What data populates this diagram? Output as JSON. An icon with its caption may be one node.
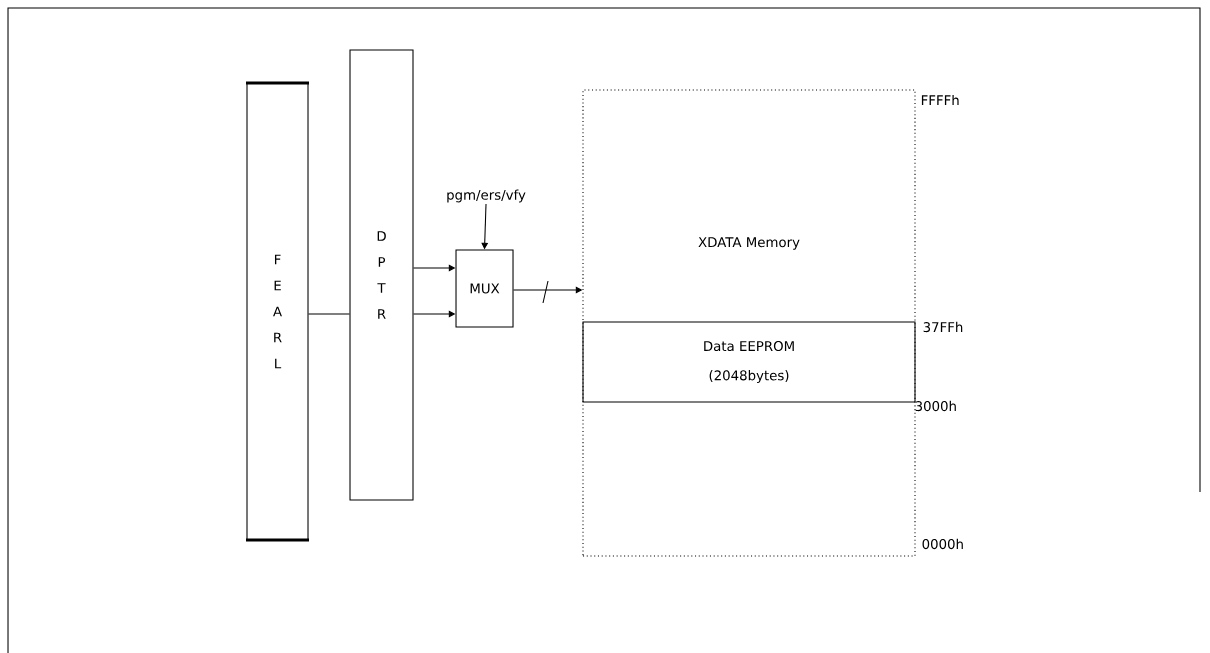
{
  "diagram": {
    "nodes": [
      {
        "text": [
          "F E A R L"
        ]
      },
      {
        "text": [
          "D P T R"
        ]
      },
      {
        "text": [
          "MUX"
        ]
      },
      {
        "text": [
          "pgm/ers/vfy"
        ]
      },
      {
        "text": [
          "XDATA Memory"
        ]
      },
      {
        "text": [
          "Data EEPROM (2048bytes)"
        ],
        "in": 4
      }
    ],
    "edges": [
      {
        "from": 0,
        "to": 1,
        "arrow": "none"
      },
      {
        "from": 1,
        "to": 2,
        "arrow": "to"
      },
      {
        "from": 1,
        "to": 2,
        "arrow": "to"
      },
      {
        "from": 3,
        "to": 2,
        "arrow": "to"
      },
      {
        "from": 2,
        "to": 4,
        "arrow": "to"
      }
    ],
    "labels": [
      "FFFFh",
      "37FFh",
      "3000h",
      "0000h"
    ]
  }
}
